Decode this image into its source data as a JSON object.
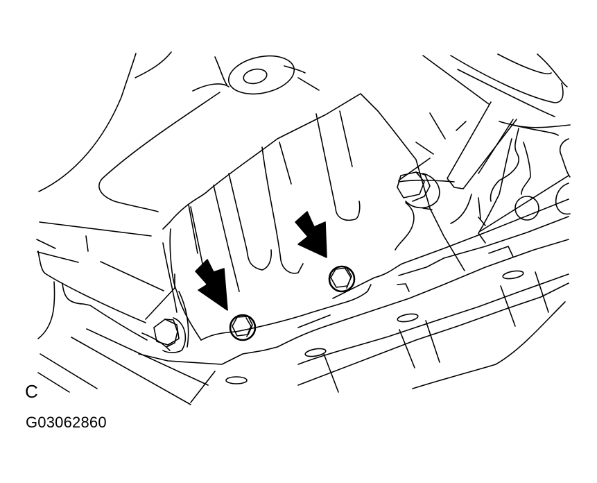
{
  "figure": {
    "view_label": "C",
    "figure_code": "G03062860",
    "description": "Line drawing of transmission/differential housing underside with two arrows pointing to drain and fill plug bolts",
    "colors": {
      "line": "#000000",
      "background": "#ffffff"
    },
    "callouts": [
      {
        "name": "arrow-left",
        "points_to": "lower-plug-bolt"
      },
      {
        "name": "arrow-right",
        "points_to": "upper-plug-bolt"
      }
    ]
  }
}
